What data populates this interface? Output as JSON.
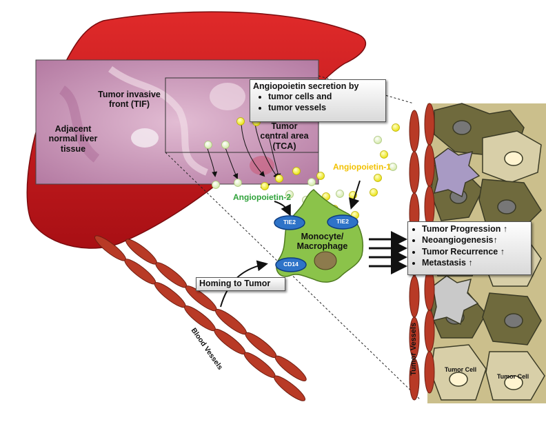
{
  "tissue_labels": {
    "normal": "Adjacent normal liver tissue",
    "tif": "Tumor invasive front (TIF)",
    "tca": "Tumor central area (TCA)"
  },
  "secretion_box": {
    "title": "Angiopoietin secretion by",
    "items": [
      "tumor cells and",
      "tumor vessels"
    ]
  },
  "ang1_label": "Angiopoietin-1",
  "ang2_label": "Angiopoietin-2",
  "receptor_labels": {
    "tie2_left": "TIE2",
    "tie2_right": "TIE2",
    "cd14": "CD14"
  },
  "macrophage_label": "Monocyte/ Macrophage",
  "homing_label": "Homing to Tumor",
  "blood_vessels_label": "Blood Vessels",
  "tumor_vessels_label": "Tumor Vessels",
  "tumor_cell_label_1": "Tumor Cell",
  "tumor_cell_label_2": "Tumor Cell",
  "outcomes": [
    "Tumor Progression ↑",
    "Neoangiogenesis↑",
    "Tumor Recurrence ↑",
    "Metastasis ↑"
  ],
  "colors": {
    "liver": "#c4161c",
    "tissue": "#c98fb4",
    "macrophage": "#8bc34a",
    "receptor": "#2e73c8",
    "ang1": "#f3ee3a",
    "ang2": "#e7f3c1",
    "vessel": "#b83a26",
    "tumor_cell_dark": "#6f6a3d",
    "tumor_cell_light": "#d8cfa8"
  }
}
